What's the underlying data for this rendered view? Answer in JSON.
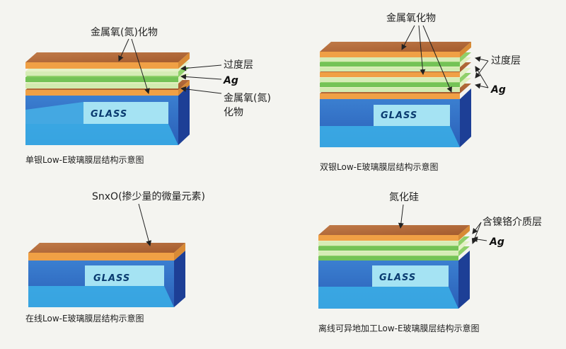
{
  "diagrams": [
    {
      "id": "single-silver",
      "caption": "单银Low-E玻璃膜层结构示意图",
      "glass_label": "GLASS",
      "labels": {
        "top": "金属氧(氮)化物",
        "transition": "过度层",
        "ag": "Ag",
        "bottom_line1": "金属氧(氮)",
        "bottom_line2": "化物"
      }
    },
    {
      "id": "double-silver",
      "caption": "双银Low-E玻璃膜层结构示意图",
      "glass_label": "GLASS",
      "labels": {
        "top": "金属氧化物",
        "transition": "过度层",
        "ag": "Ag"
      }
    },
    {
      "id": "online",
      "caption": "在线Low-E玻璃膜层结构示意图",
      "glass_label": "GLASS",
      "labels": {
        "top": "SnxO(掺少量的微量元素)"
      }
    },
    {
      "id": "offsite",
      "caption": "离线可异地加工Low-E玻璃膜层结构示意图",
      "glass_label": "GLASS",
      "labels": {
        "top": "氮化硅",
        "layer": "含镍铬介质层",
        "ag": "Ag"
      }
    }
  ],
  "colors": {
    "glass_top": "#3aa4df",
    "glass_front": "#2f6fc4",
    "glass_side": "#1f47a0",
    "glass_window": "#9fe0f2",
    "orange": "#f0a045",
    "orange_top": "#b86a3a",
    "green": "#77c55a",
    "light_green": "#d8ecb0",
    "arrow": "#222222"
  }
}
